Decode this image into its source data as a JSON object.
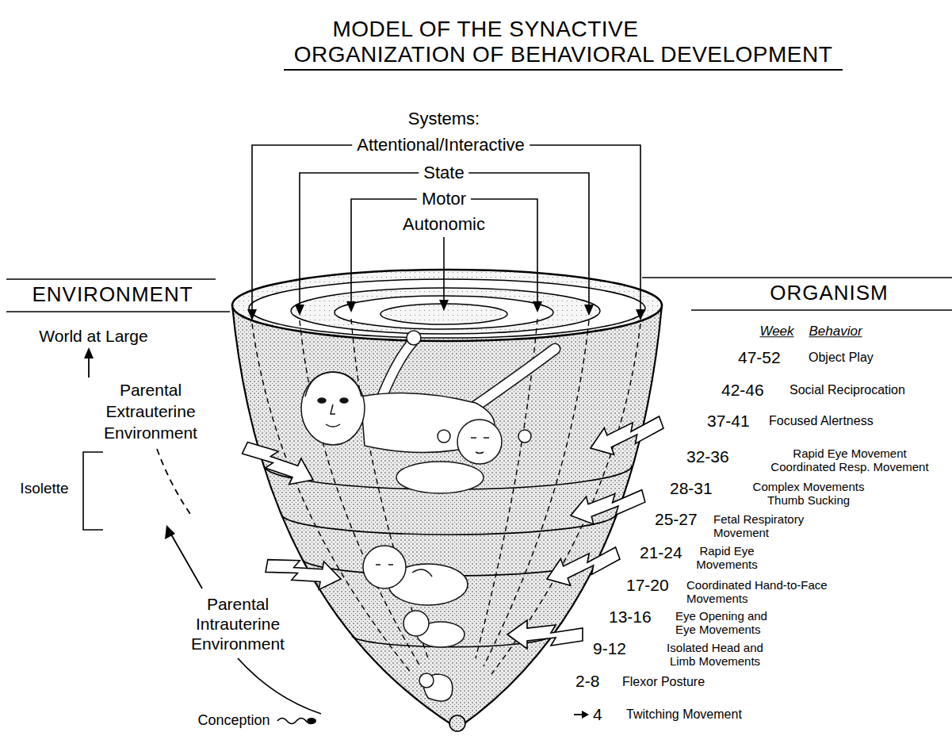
{
  "diagram": {
    "title": "MODEL OF THE SYNACTIVE ORGANIZATION OF BEHAVIORAL DEVELOPMENT",
    "labels": [
      "Systems:",
      "Attentional/Interactive",
      "State",
      "Motor",
      "Autonomic",
      "ENVIRONMENT",
      "ORGANISM",
      "World at Large",
      "Parental Extrauterine Environment",
      "Isolette",
      "Week",
      "Behavior",
      "47-52",
      "Object Play",
      "42-46",
      "Social Reciprocation",
      "37-41",
      "Focused Alertness",
      "32-36",
      "Rapid Eye Movement Coordinated Resp. Movement",
      "28-31",
      "Complex Movements Thumb Sucking",
      "25-27",
      "Fetal Respiratory Movement",
      "21-24",
      "Rapid Eye Movements",
      "17-20",
      "Coordinated Hand-to-Face Movements",
      "13-16",
      "Eye Opening and Eye Movements",
      "9-12",
      "Isolated Head and Limb Movements",
      "2-8",
      "Flexor Posture",
      "4",
      "Twitching Movement",
      "Parental Intrauterine Environment",
      "Conception"
    ]
  }
}
